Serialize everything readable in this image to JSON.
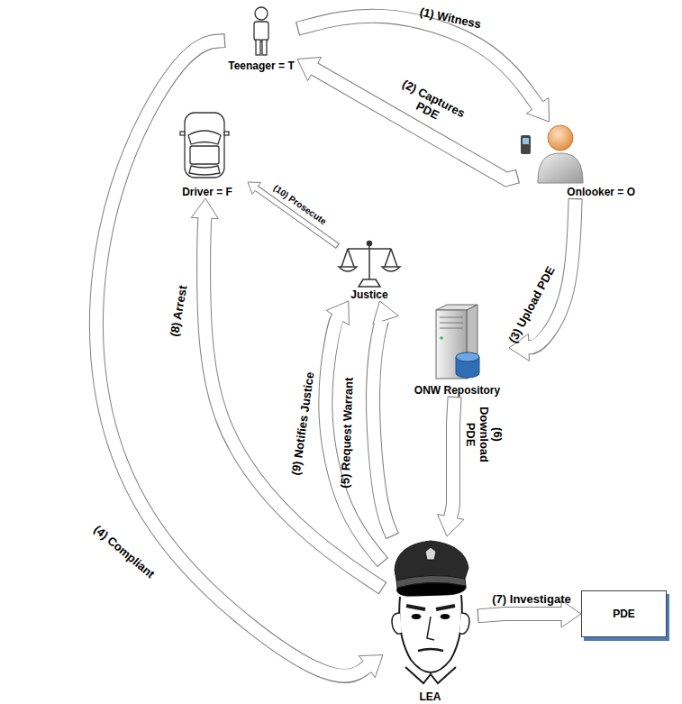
{
  "diagram": {
    "nodes": [
      {
        "text": [
          "Teenager = T"
        ]
      },
      {
        "text": [
          "Driver = F"
        ]
      },
      {
        "text": [
          "Onlooker = O"
        ]
      },
      {
        "text": [
          "Justice"
        ]
      },
      {
        "text": [
          "ONW Repository"
        ]
      },
      {
        "text": [
          "LEA"
        ]
      },
      {
        "text": [
          "PDE"
        ]
      }
    ],
    "edges": [
      {
        "from": 0,
        "to": 2,
        "label": "(1) Witness",
        "arrow": "to"
      },
      {
        "from": 2,
        "to": 0,
        "label": "(2) Captures PDE",
        "arrow": "to"
      },
      {
        "from": 2,
        "to": 4,
        "label": "(3) Upload PDE",
        "arrow": "to"
      },
      {
        "from": 0,
        "to": 5,
        "label": "(4) Compliant",
        "arrow": "to"
      },
      {
        "from": 5,
        "to": 3,
        "label": "(5) Request Warrant",
        "arrow": "to"
      },
      {
        "from": 4,
        "to": 5,
        "label": "(6) Download PDE",
        "arrow": "to"
      },
      {
        "from": 5,
        "to": 6,
        "label": "(7) Investigate",
        "arrow": "to"
      },
      {
        "from": 5,
        "to": 1,
        "label": "(8) Arrest",
        "arrow": "to"
      },
      {
        "from": 5,
        "to": 3,
        "label": "(9) Notifies Justice",
        "arrow": "to"
      },
      {
        "from": 3,
        "to": 1,
        "label": "(10) Prosecute",
        "arrow": "to"
      }
    ]
  }
}
